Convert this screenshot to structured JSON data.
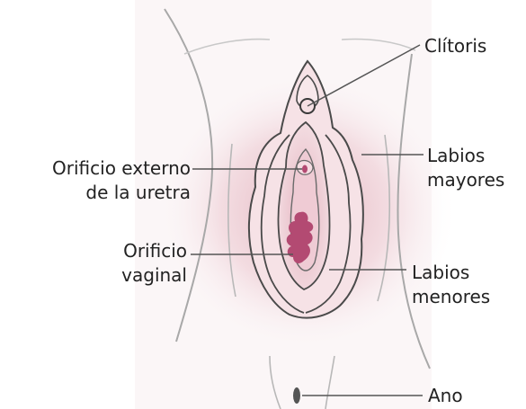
{
  "colors": {
    "outline": "#4a4a4a",
    "body_line": "#9a9a9a",
    "glow": "#d99aa8",
    "tissue": "#f4dfe3",
    "inner": "#ebc3cc",
    "vaginal": "#b34a72"
  },
  "labels": {
    "clitoris": "Clítoris",
    "uretra": [
      "Orificio externo",
      "de la uretra"
    ],
    "mayores": [
      "Labios",
      "mayores"
    ],
    "vaginal": [
      "Orificio",
      "vaginal"
    ],
    "menores": [
      "Labios",
      "menores"
    ],
    "ano": "Ano"
  }
}
